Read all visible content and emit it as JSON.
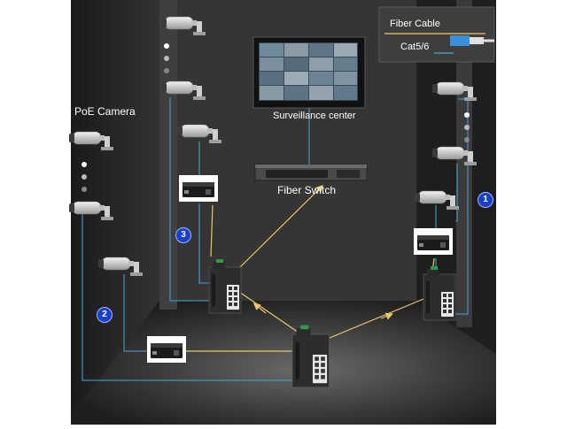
{
  "legend": {
    "fiber_label": "Fiber Cable",
    "cat_label": "Cat5/6"
  },
  "labels": {
    "poe_camera": "PoE Camera",
    "surveillance_center": "Surveillance center",
    "fiber_switch": "Fiber Switch"
  },
  "badges": {
    "one": "1",
    "two": "2",
    "three": "3"
  },
  "colors": {
    "fiber": "#e8c96a",
    "copper": "#4aa6dc",
    "background": "#2a2a2a",
    "badge": "#1a3fc8"
  },
  "icons": [
    "poe-camera-icon",
    "media-converter-icon",
    "industrial-switch-icon",
    "fiber-switch-icon",
    "monitor-wall-icon",
    "rj45-connector-icon"
  ]
}
